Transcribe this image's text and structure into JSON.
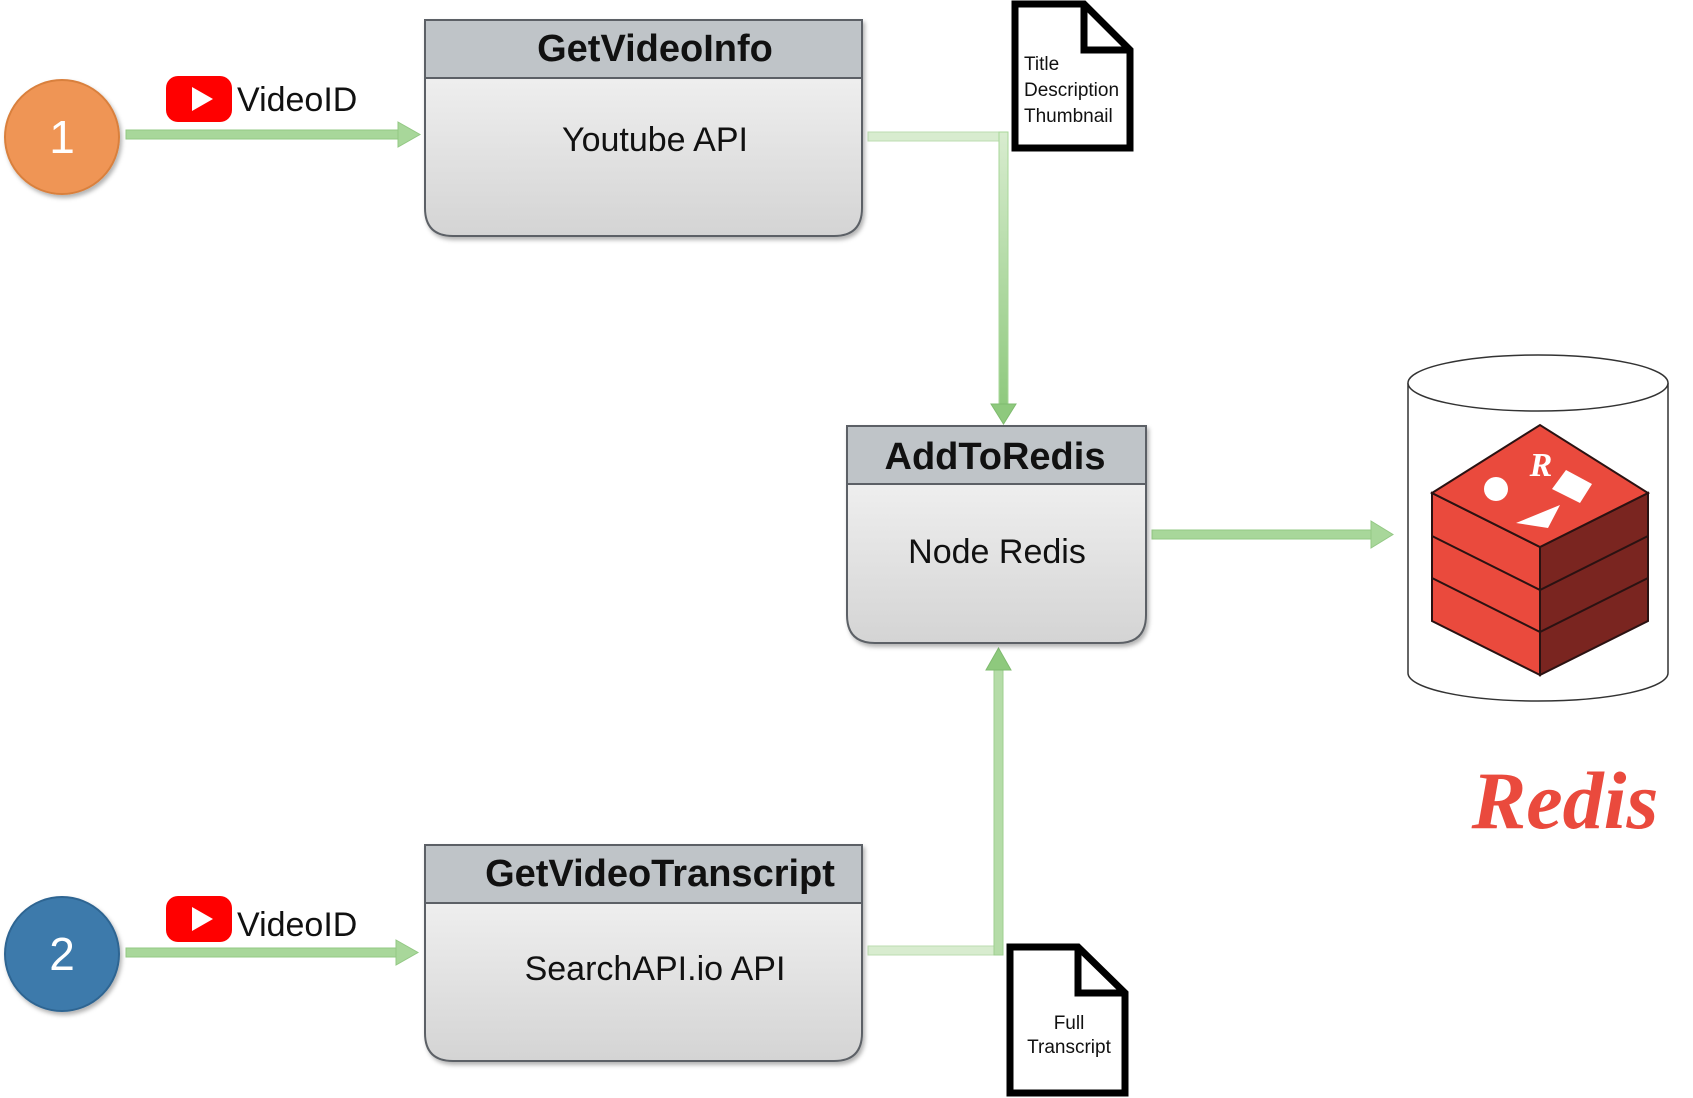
{
  "inputs": [
    {
      "number": "1",
      "color": "#ef9555",
      "stroke": "#d9803e",
      "label": "VideoID",
      "icon": "youtube-play-icon"
    },
    {
      "number": "2",
      "color": "#3d7aab",
      "stroke": "#2f6592",
      "label": "VideoID",
      "icon": "youtube-play-icon"
    }
  ],
  "processes": {
    "get_video_info": {
      "title": "GetVideoInfo",
      "body": "Youtube API"
    },
    "get_video_transcript": {
      "title": "GetVideoTranscript",
      "body": "SearchAPI.io API"
    },
    "add_to_redis": {
      "title": "AddToRedis",
      "body": "Node Redis"
    }
  },
  "documents": {
    "video_info_doc": {
      "lines": [
        "Title",
        "Description",
        "Thumbnail"
      ]
    },
    "transcript_doc": {
      "lines": [
        "Full",
        "Transcript"
      ]
    }
  },
  "datastore": {
    "icon": "redis-cube-icon",
    "logo_text": "Redis"
  },
  "colors": {
    "arrow": "#8ec97d",
    "header": "#bfc4c8",
    "box_gradient_top": "#f7f7f7",
    "box_gradient_bottom": "#d6d6d6",
    "youtube_red": "#ff0000",
    "redis_red": "#ea4a3d",
    "redis_dark": "#7a2520"
  }
}
